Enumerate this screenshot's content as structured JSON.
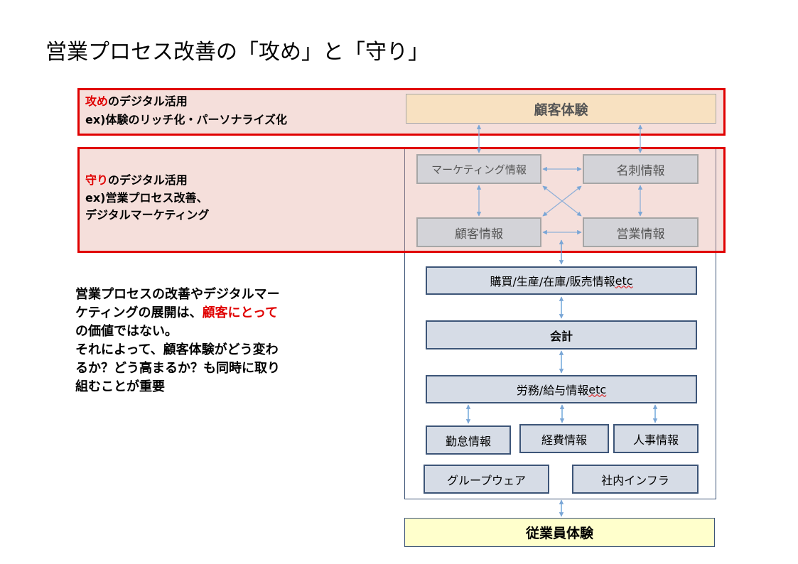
{
  "slide": {
    "title": "営業プロセス改善の「攻め」と「守り」"
  },
  "offense": {
    "label_red": "攻め",
    "label_rest": "のデジタル活用",
    "example": "ex)体験のリッチ化・パーソナライズ化"
  },
  "defense": {
    "label_red": "守り",
    "label_rest": "のデジタル活用",
    "example_1": "ex)営業プロセス改善、",
    "example_2": "デジタルマーケティング"
  },
  "diagram": {
    "customer_experience": "顧客体験",
    "marketing_info": "マーケティング情報",
    "business_card_info": "名刺情報",
    "customer_info": "顧客情報",
    "sales_info": "営業情報",
    "purchase_info_main": "購買/生産/在庫/販売情報",
    "purchase_info_etc": "etc",
    "accounting": "会計",
    "labor_info_main": "労務/給与情報",
    "labor_info_etc": "etc",
    "attendance_info": "勤怠情報",
    "expense_info": "経費情報",
    "hr_info": "人事情報",
    "groupware": "グループウェア",
    "internal_infra": "社内インフラ",
    "employee_experience": "従業員体験"
  },
  "message": {
    "line1": "営業プロセスの改善やデジタルマー",
    "line2_a": "ケティングの展開は、",
    "line2_red": "顧客にとって",
    "line3": "の価値ではない。",
    "line4": "それによって、顧客体験がどう変わ",
    "line5": "るか？どう高まるか？も同時に取り",
    "line6": "組むことが重要"
  },
  "colors": {
    "accent_red": "#e00000",
    "frame_navy": "#3d5578",
    "box_fill": "#d6dce6",
    "customer_fill": "#f8e1c1",
    "employee_fill": "#ffffcc",
    "arrow_blue": "#5b9bd5"
  }
}
